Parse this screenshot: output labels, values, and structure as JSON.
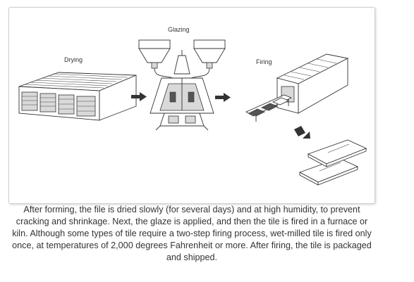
{
  "diagram": {
    "stages": {
      "drying": "Drying",
      "glazing": "Glazing",
      "firing": "Firing"
    }
  },
  "caption": "After forming, the file is dried slowly (for several days) and at high humidity, to prevent cracking and shrinkage. Next, the glaze is applied, and then the tile is fired in a furnace or kiln. Although some types of tile require a two-step firing process, wet-milled tile is fired only once, at temperatures of 2,000 degrees Fahrenheit or more. After firing, the tile is packaged and shipped."
}
